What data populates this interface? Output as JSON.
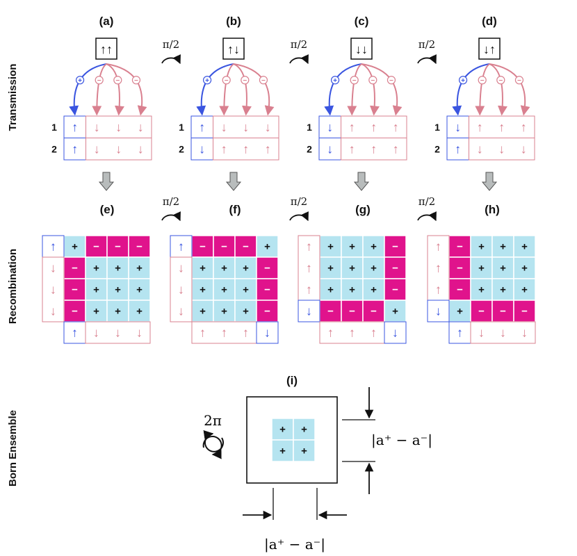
{
  "colors": {
    "blue": "#3a55e0",
    "pink": "#d9808f",
    "magenta": "#e0138c",
    "cyan": "#b5e4f0",
    "gray_arrow": "#b8bcbc",
    "black": "#111111"
  },
  "row_labels": {
    "transmission": "Transmission",
    "recombination": "Recombination",
    "born": "Born Ensemble"
  },
  "rotation_label": "π/2",
  "full_rotation_label": "2π",
  "row_numbers": [
    "1",
    "2"
  ],
  "symbols": {
    "plus": "+",
    "minus": "−",
    "up": "↑",
    "down": "↓"
  },
  "transmission_panels": [
    {
      "label": "(a)",
      "box": "↑↑",
      "row1": [
        "up",
        "down",
        "down",
        "down"
      ],
      "row2": [
        "up",
        "down",
        "down",
        "down"
      ]
    },
    {
      "label": "(b)",
      "box": "↑↓",
      "row1": [
        "up",
        "down",
        "down",
        "down"
      ],
      "row2": [
        "down",
        "up",
        "up",
        "up"
      ]
    },
    {
      "label": "(c)",
      "box": "↓↓",
      "row1": [
        "down",
        "up",
        "up",
        "up"
      ],
      "row2": [
        "down",
        "up",
        "up",
        "up"
      ]
    },
    {
      "label": "(d)",
      "box": "↓↑",
      "row1": [
        "down",
        "up",
        "up",
        "up"
      ],
      "row2": [
        "up",
        "down",
        "down",
        "down"
      ]
    }
  ],
  "recombination_panels": [
    {
      "label": "(e)",
      "left": [
        "up",
        "down",
        "down",
        "down"
      ],
      "bottom": [
        "up",
        "down",
        "down",
        "down"
      ],
      "grid": [
        [
          "+",
          "-",
          "-",
          "-"
        ],
        [
          "-",
          "+",
          "+",
          "+"
        ],
        [
          "-",
          "+",
          "+",
          "+"
        ],
        [
          "-",
          "+",
          "+",
          "+"
        ]
      ]
    },
    {
      "label": "(f)",
      "left": [
        "up",
        "down",
        "down",
        "down"
      ],
      "bottom": [
        "up",
        "up",
        "up",
        "down"
      ],
      "grid": [
        [
          "-",
          "-",
          "-",
          "+"
        ],
        [
          "+",
          "+",
          "+",
          "-"
        ],
        [
          "+",
          "+",
          "+",
          "-"
        ],
        [
          "+",
          "+",
          "+",
          "-"
        ]
      ]
    },
    {
      "label": "(g)",
      "left": [
        "up",
        "up",
        "up",
        "down"
      ],
      "bottom": [
        "up",
        "up",
        "up",
        "down"
      ],
      "grid": [
        [
          "+",
          "+",
          "+",
          "-"
        ],
        [
          "+",
          "+",
          "+",
          "-"
        ],
        [
          "+",
          "+",
          "+",
          "-"
        ],
        [
          "-",
          "-",
          "-",
          "+"
        ]
      ]
    },
    {
      "label": "(h)",
      "left": [
        "up",
        "up",
        "up",
        "down"
      ],
      "bottom": [
        "up",
        "down",
        "down",
        "down"
      ],
      "grid": [
        [
          "-",
          "+",
          "+",
          "+"
        ],
        [
          "-",
          "+",
          "+",
          "+"
        ],
        [
          "-",
          "+",
          "+",
          "+"
        ],
        [
          "+",
          "-",
          "-",
          "-"
        ]
      ]
    }
  ],
  "born_panel": {
    "label": "(i)",
    "grid": [
      [
        "+",
        "+"
      ],
      [
        "+",
        "+"
      ]
    ],
    "dimension_label": "|a⁺ − a⁻|"
  }
}
